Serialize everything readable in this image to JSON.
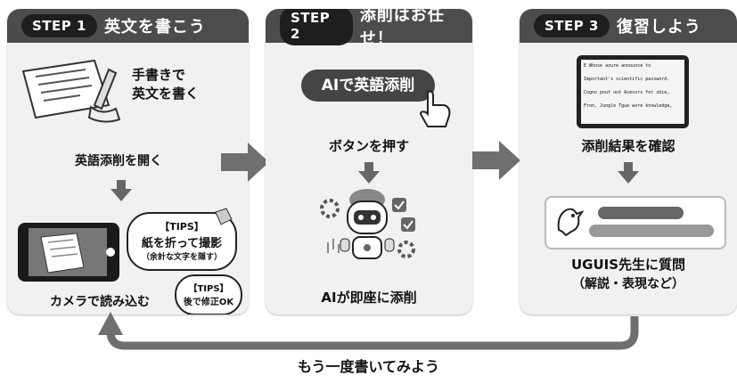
{
  "steps": [
    {
      "badge": "STEP 1",
      "title": "英文を書こう",
      "write_caption": "手書きで\n英文を書く",
      "open_caption": "英語添削を開く",
      "tips_badge": "【TIPS】",
      "tips_main": "紙を折って撮影",
      "tips_sub": "（余計な文字を隠す）",
      "tips2_badge": "【TIPS】",
      "tips2_main": "後で修正OK",
      "camera_caption": "カメラで読み込む"
    },
    {
      "badge": "STEP 2",
      "title": "添削はお任せ！",
      "ai_button": "AIで英語添削",
      "press_caption": "ボタンを押す",
      "result_caption": "AIが即座に添削"
    },
    {
      "badge": "STEP 3",
      "title": "復習しよう",
      "check_caption": "添削結果を確認",
      "uguis_caption": "UGUIS先生に質問",
      "uguis_sub": "（解説・表現など）",
      "tablet_lines": [
        "E Whose azure announce to",
        "Important's scientific password.",
        "Cogno pout out Acesors for sbie,",
        "Fron, Jungle Tgue wore knowledge,"
      ]
    }
  ],
  "loop_text": "もう一度書いてみよう",
  "colors": {
    "header": "#4c4c4c",
    "badge": "#1e1e1e",
    "card": "#f1f1f1",
    "arrow": "#6f6f6f"
  }
}
